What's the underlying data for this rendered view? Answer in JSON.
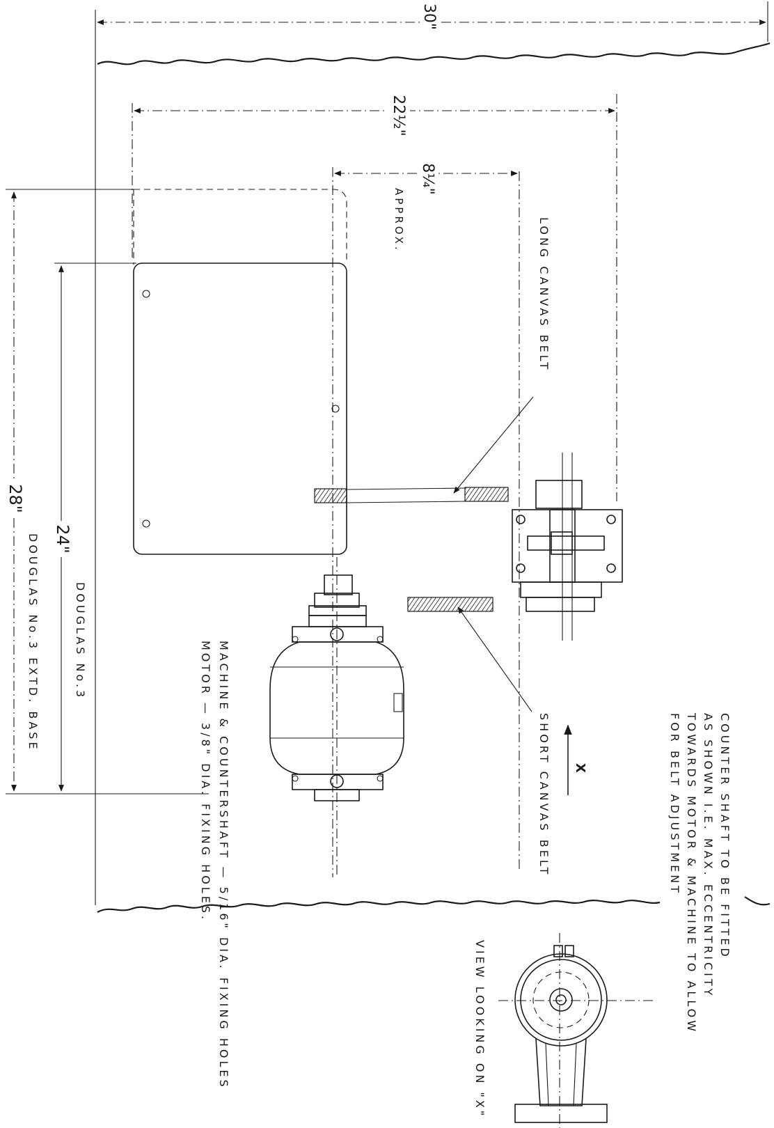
{
  "dimensions": {
    "overall_width": "30\"",
    "machine_span": "22½\"",
    "belt_offset": "8¼\"",
    "approx": "APPROX.",
    "extd_base_length": "28\"",
    "base_length": "24\""
  },
  "labels": {
    "long_belt": "LONG CANVAS BELT",
    "short_belt": "SHORT CANVAS BELT",
    "view_arrow": "X",
    "douglas_no3": "DOUGLAS No.3",
    "douglas_extd": "DOUGLAS No.3 EXTD. BASE",
    "fixing_holes_line1": "MACHINE & COUNTERSHAFT — 5/16\" DIA. FIXING HOLES",
    "fixing_holes_line2": "MOTOR — 3/8\" DIA. FIXING HOLES.",
    "note_line1": "COUNTER SHAFT TO BE FITTED",
    "note_line2": "AS SHOWN I.E. MAX. ECCENTRICITY",
    "note_line3": "TOWARDS MOTOR & MACHINE TO ALLOW",
    "note_line4": "FOR BELT ADJUSTMENT",
    "view_caption": "VIEW LOOKING ON \"X\""
  }
}
